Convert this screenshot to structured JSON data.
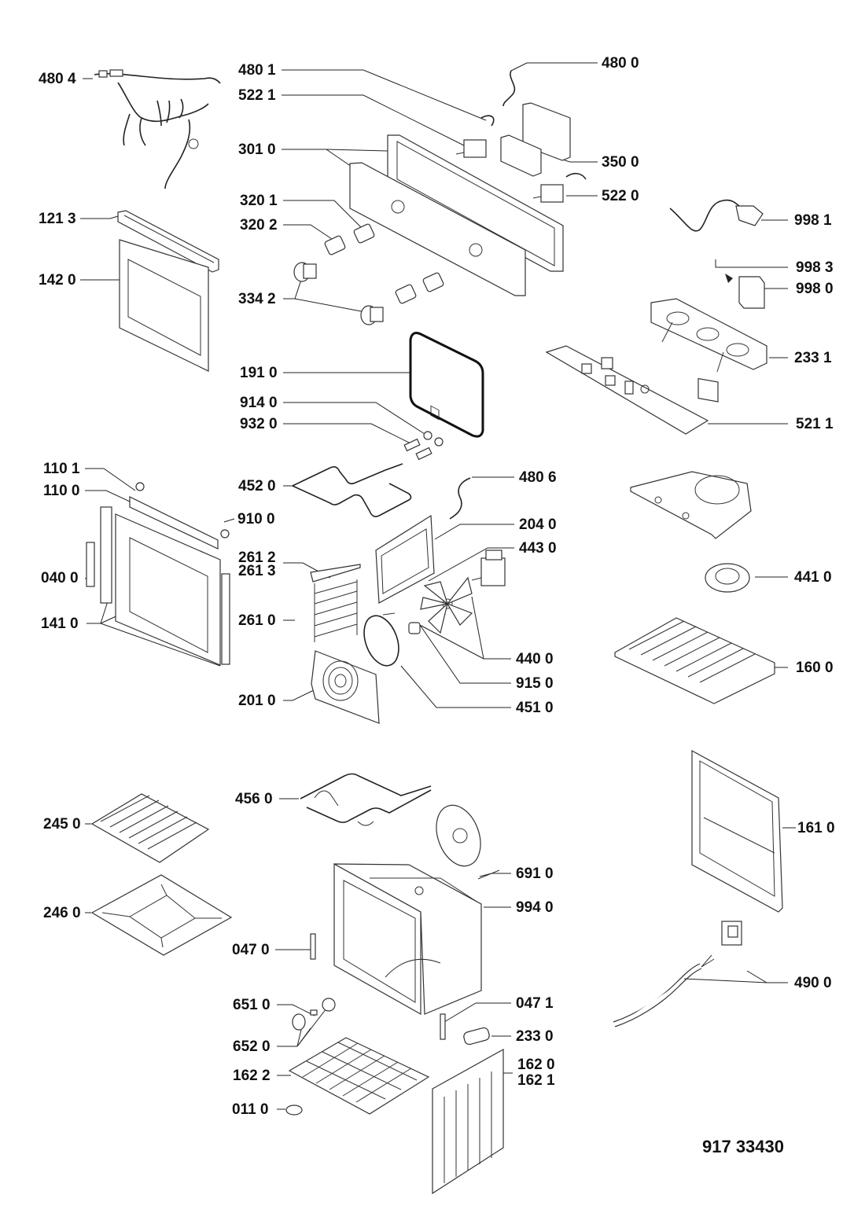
{
  "diagram": {
    "type": "exploded-parts-diagram",
    "subject": "built-in oven",
    "document_number": "917 33430",
    "labels": [
      {
        "id": "480-4",
        "text": "480 4"
      },
      {
        "id": "480-1",
        "text": "480 1"
      },
      {
        "id": "522-1",
        "text": "522 1"
      },
      {
        "id": "480-0",
        "text": "480 0"
      },
      {
        "id": "301-0",
        "text": "301 0"
      },
      {
        "id": "350-0",
        "text": "350 0"
      },
      {
        "id": "522-0",
        "text": "522 0"
      },
      {
        "id": "121-3",
        "text": "121 3"
      },
      {
        "id": "320-1",
        "text": "320 1"
      },
      {
        "id": "320-2",
        "text": "320 2"
      },
      {
        "id": "998-1",
        "text": "998 1"
      },
      {
        "id": "142-0",
        "text": "142 0"
      },
      {
        "id": "334-2",
        "text": "334 2"
      },
      {
        "id": "998-3",
        "text": "998 3"
      },
      {
        "id": "998-0",
        "text": "998 0"
      },
      {
        "id": "233-1",
        "text": "233 1"
      },
      {
        "id": "191-0",
        "text": "191 0"
      },
      {
        "id": "914-0",
        "text": "914 0"
      },
      {
        "id": "932-0",
        "text": "932 0"
      },
      {
        "id": "521-1",
        "text": "521 1"
      },
      {
        "id": "110-1",
        "text": "110 1"
      },
      {
        "id": "480-6",
        "text": "480 6"
      },
      {
        "id": "452-0",
        "text": "452 0"
      },
      {
        "id": "110-0",
        "text": "110 0"
      },
      {
        "id": "910-0",
        "text": "910 0"
      },
      {
        "id": "204-0",
        "text": "204 0"
      },
      {
        "id": "261-2",
        "text": "261 2"
      },
      {
        "id": "443-0",
        "text": "443 0"
      },
      {
        "id": "261-3",
        "text": "261 3"
      },
      {
        "id": "040-0",
        "text": "040 0"
      },
      {
        "id": "441-0",
        "text": "441 0"
      },
      {
        "id": "141-0",
        "text": "141 0"
      },
      {
        "id": "261-0",
        "text": "261 0"
      },
      {
        "id": "440-0",
        "text": "440 0"
      },
      {
        "id": "160-0",
        "text": "160 0"
      },
      {
        "id": "915-0",
        "text": "915 0"
      },
      {
        "id": "201-0",
        "text": "201 0"
      },
      {
        "id": "451-0",
        "text": "451 0"
      },
      {
        "id": "456-0",
        "text": "456 0"
      },
      {
        "id": "245-0",
        "text": "245 0"
      },
      {
        "id": "161-0",
        "text": "161 0"
      },
      {
        "id": "691-0",
        "text": "691 0"
      },
      {
        "id": "246-0",
        "text": "246 0"
      },
      {
        "id": "994-0",
        "text": "994 0"
      },
      {
        "id": "047-0",
        "text": "047 0"
      },
      {
        "id": "490-0",
        "text": "490 0"
      },
      {
        "id": "651-0",
        "text": "651 0"
      },
      {
        "id": "047-1",
        "text": "047 1"
      },
      {
        "id": "233-0",
        "text": "233 0"
      },
      {
        "id": "652-0",
        "text": "652 0"
      },
      {
        "id": "162-0",
        "text": "162 0"
      },
      {
        "id": "162-2",
        "text": "162 2"
      },
      {
        "id": "162-1",
        "text": "162 1"
      },
      {
        "id": "011-0",
        "text": "011 0"
      }
    ]
  }
}
